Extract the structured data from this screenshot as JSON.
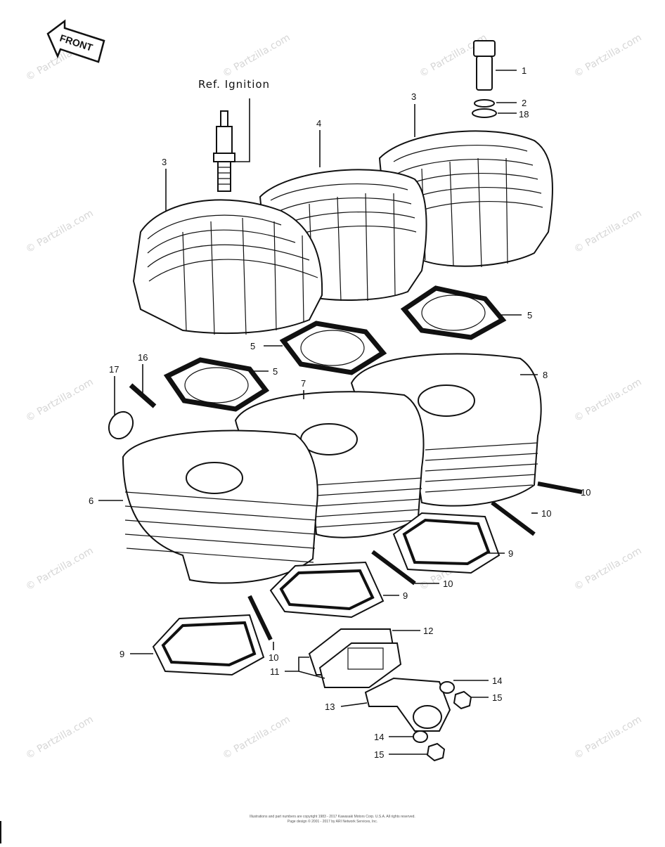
{
  "diagram": {
    "ref_label": "Ref. Ignition",
    "front_label": "FRONT",
    "watermark": "© Partzilla.com",
    "footer_lines": [
      "Illustrations and part numbers are copyright 1983 - 2017 Kawasaki Motors Corp. U.S.A. All rights reserved.",
      "Page design © 2001 - 2017 by ARI Network Services, Inc."
    ],
    "callouts": [
      {
        "id": "c1",
        "text": "1"
      },
      {
        "id": "c2",
        "text": "2"
      },
      {
        "id": "c18",
        "text": "18"
      },
      {
        "id": "c3a",
        "text": "3"
      },
      {
        "id": "c3b",
        "text": "3"
      },
      {
        "id": "c4",
        "text": "4"
      },
      {
        "id": "c5a",
        "text": "5"
      },
      {
        "id": "c5b",
        "text": "5"
      },
      {
        "id": "c5c",
        "text": "5"
      },
      {
        "id": "c8",
        "text": "8"
      },
      {
        "id": "c7",
        "text": "7"
      },
      {
        "id": "c16",
        "text": "16"
      },
      {
        "id": "c17",
        "text": "17"
      },
      {
        "id": "c6",
        "text": "6"
      },
      {
        "id": "c10a",
        "text": "10"
      },
      {
        "id": "c10b",
        "text": "10"
      },
      {
        "id": "c10c",
        "text": "10"
      },
      {
        "id": "c10d",
        "text": "10"
      },
      {
        "id": "c9a",
        "text": "9"
      },
      {
        "id": "c9b",
        "text": "9"
      },
      {
        "id": "c9c",
        "text": "9"
      },
      {
        "id": "c12",
        "text": "12"
      },
      {
        "id": "c11",
        "text": "11"
      },
      {
        "id": "c13",
        "text": "13"
      },
      {
        "id": "c14a",
        "text": "14"
      },
      {
        "id": "c15a",
        "text": "15"
      },
      {
        "id": "c14b",
        "text": "14"
      },
      {
        "id": "c15b",
        "text": "15"
      }
    ]
  }
}
